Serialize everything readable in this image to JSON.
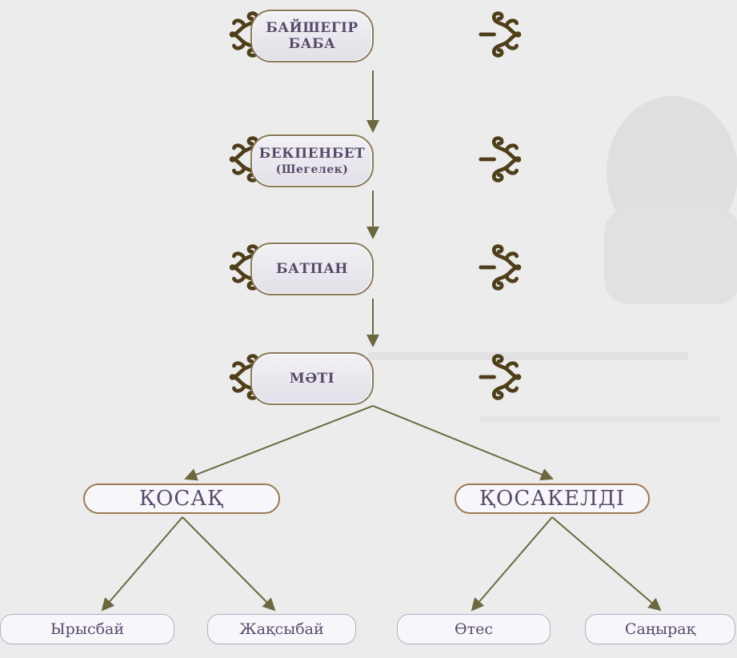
{
  "root": {
    "label": "БАЙШЕГІР БАБА"
  },
  "gen2": {
    "label": "БЕКПЕНБЕТ",
    "sublabel": "(Шегелек)"
  },
  "gen3": {
    "label": "БАТПАН"
  },
  "gen4": {
    "label": "МӘТІ"
  },
  "branches": {
    "left": {
      "label": "ҚОСАҚ"
    },
    "right": {
      "label": "ҚОСАКЕЛДІ"
    }
  },
  "leaves": {
    "l1": {
      "label": "Ырысбай"
    },
    "l2": {
      "label": "Жақсыбай"
    },
    "r1": {
      "label": "Өтес"
    },
    "r2": {
      "label": "Саңырақ"
    }
  },
  "colors": {
    "ornament": "#4e3e1a",
    "arrow": "#6b6840",
    "text": "#5a4a6a"
  }
}
